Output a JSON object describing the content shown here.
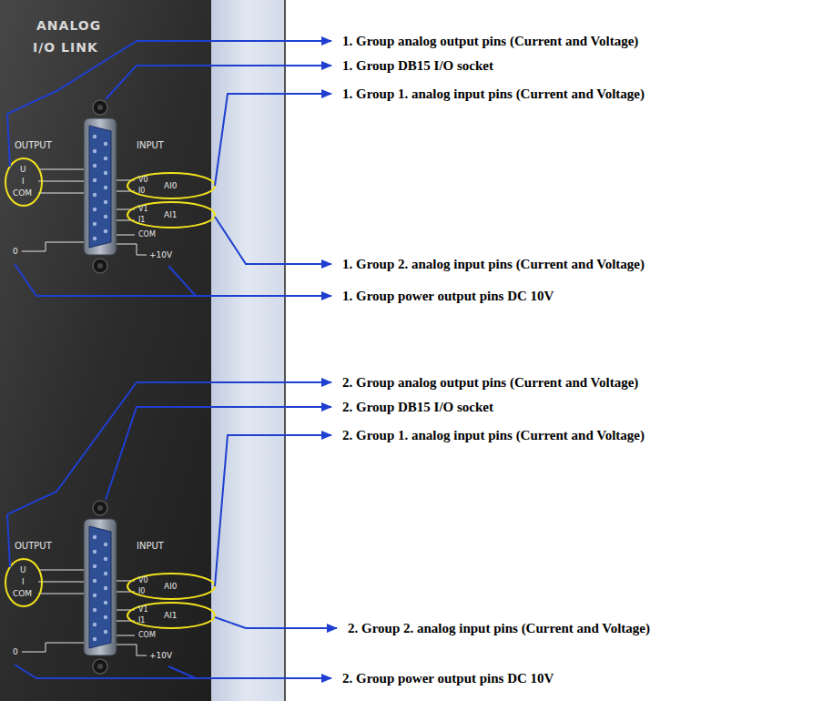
{
  "diagram": {
    "labels": [
      "ANALOG",
      "I/O LINK",
      "OUTPUT",
      "INPUT",
      "U",
      "I",
      "COM",
      "V0",
      "I0",
      "AI0",
      "V1",
      "I1",
      "AI1",
      "COM",
      "0",
      "+10V",
      "OUTPUT",
      "INPUT",
      "U",
      "I",
      "COM",
      "V0",
      "I0",
      "AI0",
      "V1",
      "I1",
      "AI1",
      "COM",
      "0",
      "+10V",
      "1. Group analog output pins (Current and Voltage)",
      "1. Group DB15 I/O socket",
      "1. Group 1. analog input pins (Current and Voltage)",
      "1. Group 2. analog input pins (Current and Voltage)",
      "1. Group power output pins DC 10V",
      "2. Group analog output pins (Current and Voltage)",
      "2. Group DB15 I/O socket",
      "2. Group 1. analog input pins (Current and Voltage)",
      "2. Group 2. analog input pins (Current and Voltage)",
      "2. Group power output pins DC 10V"
    ]
  }
}
